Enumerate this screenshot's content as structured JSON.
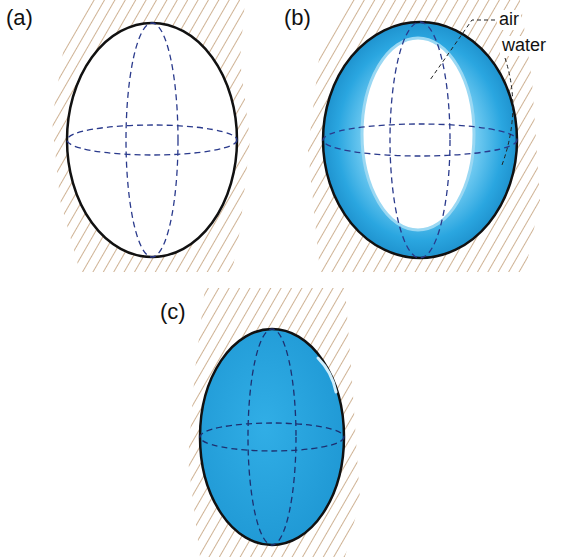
{
  "diagram": {
    "labels": [
      "(a)",
      "(b)",
      "(c)",
      "air",
      "water"
    ]
  }
}
